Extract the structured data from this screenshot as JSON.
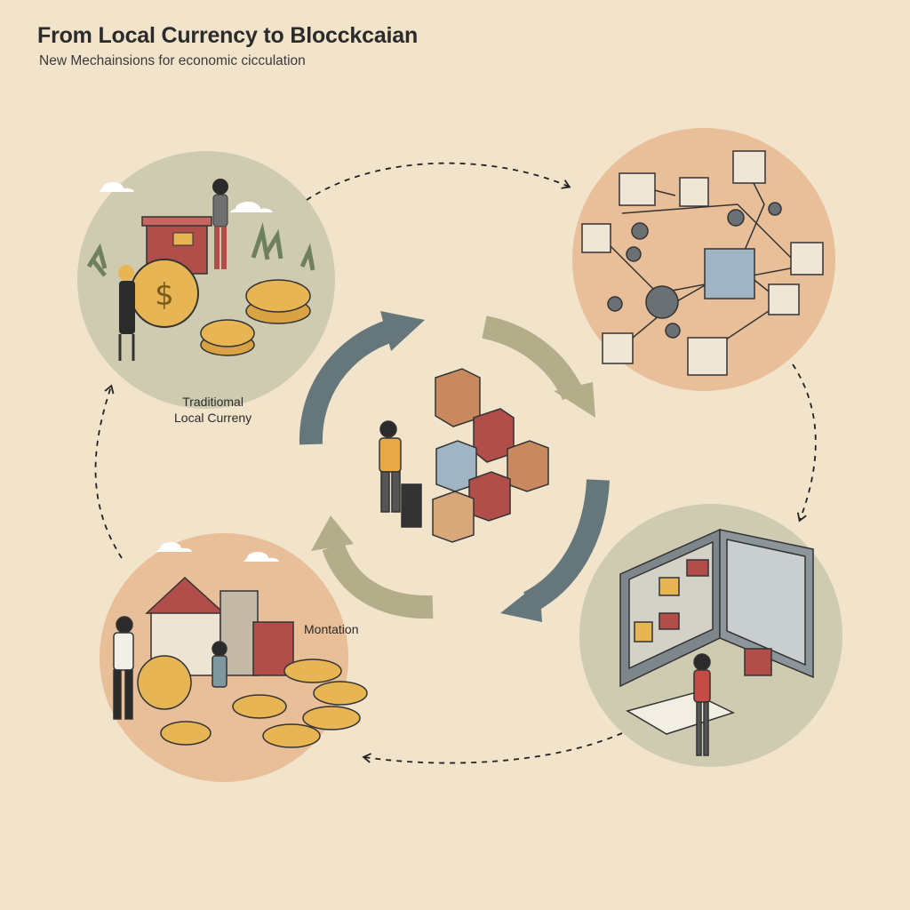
{
  "header": {
    "title": "From Local Currency to Blocckcaian",
    "subtitle": "New Mechainsions for economic cicculation"
  },
  "labels": {
    "traditional_line1": "Traditiomal",
    "traditional_line2": "Local Curreny",
    "montation": "Montation"
  },
  "colors": {
    "background": "#f1e4cb",
    "arrow_slate": "#66777c",
    "arrow_olive": "#b3ad8a",
    "circle_sage": "#cfcbb1",
    "circle_peach": "#e8bf98",
    "coin_gold": "#e7b553",
    "block_red": "#b24e4a"
  },
  "icons": [
    "dollar-coin-icon",
    "cube-block-icon",
    "monitor-icon",
    "house-icon",
    "dashed-arrow-icon"
  ]
}
